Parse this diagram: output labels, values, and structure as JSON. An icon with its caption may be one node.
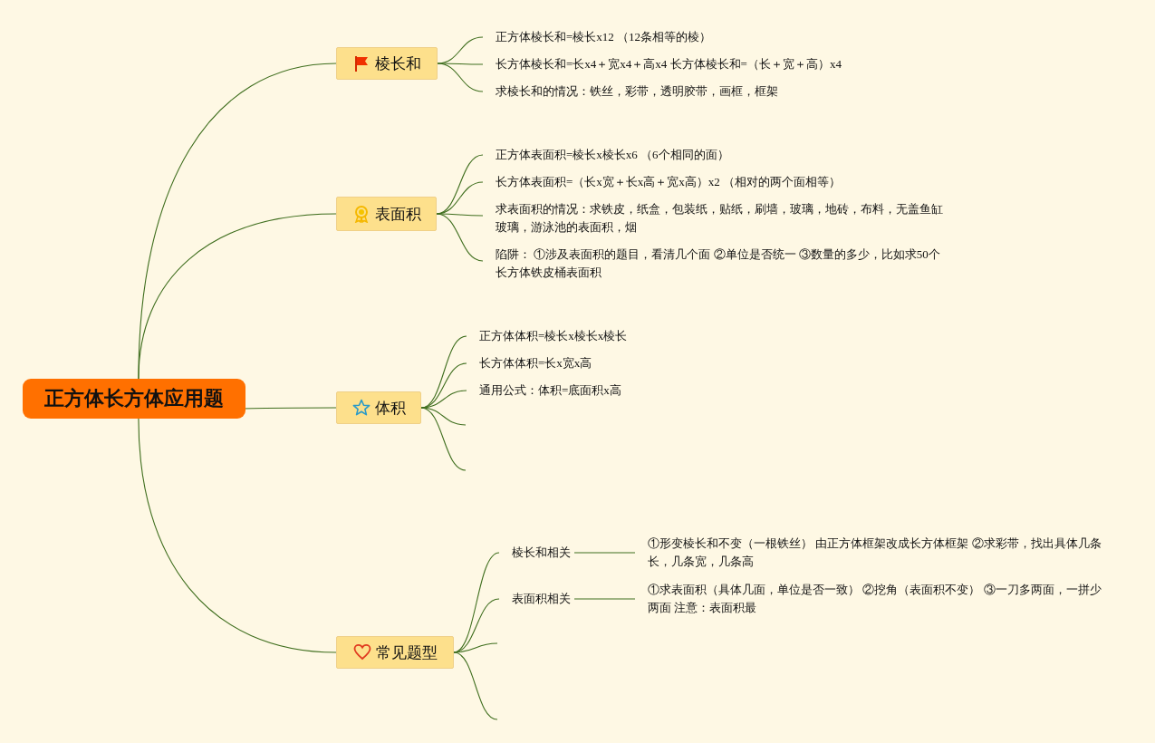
{
  "diagram": {
    "nodes": [
      {
        "text": [
          "正方体长方体应用题"
        ]
      },
      {
        "text": [
          "棱长和"
        ]
      },
      {
        "text": [
          "正方体棱长和=棱长x12 （12条相等的棱）"
        ]
      },
      {
        "text": [
          "长方体棱长和=长x4＋宽x4＋高x4 长方体棱长和=（长＋宽＋高）x4"
        ]
      },
      {
        "text": [
          "求棱长和的情况：铁丝，彩带，透明胶带，画框，框架"
        ]
      },
      {
        "text": [
          "表面积"
        ]
      },
      {
        "text": [
          "正方体表面积=棱长x棱长x6 （6个相同的面）"
        ]
      },
      {
        "text": [
          "长方体表面积=（长x宽＋长x高＋宽x高）x2 （相对的两个面相等）"
        ]
      },
      {
        "text": [
          "求表面积的情况：求铁皮，纸盒，包装纸，贴纸，刷墙，玻璃，地砖，布料，无盖鱼缸玻璃，游泳池的表面积，烟"
        ]
      },
      {
        "text": [
          "陷阱： ①涉及表面积的题目，看清几个面 ②单位是否统一 ③数量的多少，比如求50个长方体铁皮桶表面积"
        ]
      },
      {
        "text": [
          "体积"
        ]
      },
      {
        "text": [
          "正方体体积=棱长x棱长x棱长"
        ]
      },
      {
        "text": [
          "长方体体积=长x宽x高"
        ]
      },
      {
        "text": [
          "通用公式：体积=底面积x高"
        ]
      },
      {
        "text": [
          "常见题型"
        ]
      },
      {
        "text": [
          "棱长和相关"
        ]
      },
      {
        "text": [
          "①形变棱长和不变（一根铁丝） 由正方体框架改成长方体框架 ②求彩带，找出具体几条长，几条宽，几条高"
        ]
      },
      {
        "text": [
          "表面积相关"
        ]
      },
      {
        "text": [
          "①求表面积（具体几面，单位是否一致） ②挖角（表面积不变） ③一刀多两面，一拼少两面 注意：表面积最"
        ]
      }
    ],
    "edges": [
      {
        "from": 0,
        "to": 1,
        "arrow": "none"
      },
      {
        "from": 1,
        "to": 2,
        "arrow": "none"
      },
      {
        "from": 1,
        "to": 3,
        "arrow": "none"
      },
      {
        "from": 1,
        "to": 4,
        "arrow": "none"
      },
      {
        "from": 0,
        "to": 5,
        "arrow": "none"
      },
      {
        "from": 5,
        "to": 6,
        "arrow": "none"
      },
      {
        "from": 5,
        "to": 7,
        "arrow": "none"
      },
      {
        "from": 5,
        "to": 8,
        "arrow": "none"
      },
      {
        "from": 5,
        "to": 9,
        "arrow": "none"
      },
      {
        "from": 0,
        "to": 10,
        "arrow": "none"
      },
      {
        "from": 10,
        "to": 11,
        "arrow": "none"
      },
      {
        "from": 10,
        "to": 12,
        "arrow": "none"
      },
      {
        "from": 10,
        "to": 13,
        "arrow": "none"
      },
      {
        "from": 10,
        "to": null,
        "arrow": "none"
      },
      {
        "from": 10,
        "to": null,
        "arrow": "none"
      },
      {
        "from": 0,
        "to": 14,
        "arrow": "none"
      },
      {
        "from": 14,
        "to": 15,
        "arrow": "none"
      },
      {
        "from": 15,
        "to": 16,
        "arrow": "none"
      },
      {
        "from": 14,
        "to": 17,
        "arrow": "none"
      },
      {
        "from": 17,
        "to": 18,
        "arrow": "none"
      },
      {
        "from": 14,
        "to": null,
        "arrow": "none"
      },
      {
        "from": 14,
        "to": null,
        "arrow": "none"
      }
    ]
  }
}
